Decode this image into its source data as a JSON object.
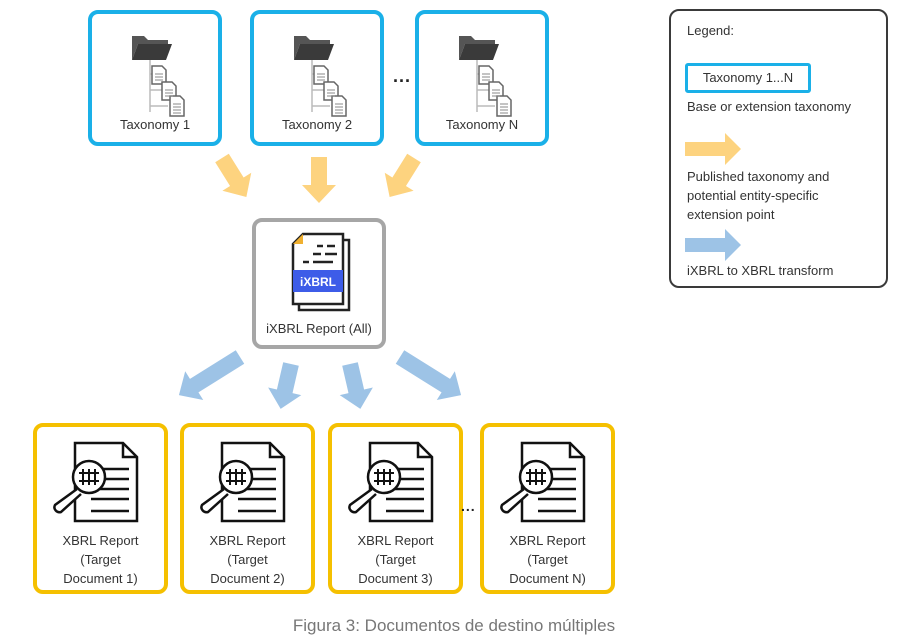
{
  "diagram": {
    "colors": {
      "taxonomy_border": "#1ab0e8",
      "report_border": "#a6a6a6",
      "target_border": "#f5c000",
      "published_arrow": "#fdd37f",
      "transform_arrow": "#9dc3e6",
      "ixbrl_band": "#3d5ce8"
    },
    "taxonomies": [
      {
        "label": "Taxonomy 1",
        "icon": "folder-tree-icon"
      },
      {
        "label": "Taxonomy 2",
        "icon": "folder-tree-icon"
      },
      {
        "label": "Taxonomy N",
        "icon": "folder-tree-icon"
      }
    ],
    "taxonomy_ellipsis": "...",
    "report": {
      "label": "iXBRL Report (All)",
      "badge": "iXBRL",
      "icon": "ixbrl-document-icon"
    },
    "targets": [
      {
        "line1": "XBRL Report",
        "line2": "(Target",
        "line3": "Document 1)",
        "icon": "document-magnifier-icon"
      },
      {
        "line1": "XBRL Report",
        "line2": "(Target",
        "line3": "Document 2)",
        "icon": "document-magnifier-icon"
      },
      {
        "line1": "XBRL Report",
        "line2": "(Target",
        "line3": "Document 3)",
        "icon": "document-magnifier-icon"
      },
      {
        "line1": "XBRL Report",
        "line2": "(Target",
        "line3": "Document N)",
        "icon": "document-magnifier-icon"
      }
    ],
    "target_ellipsis": "...",
    "edges": [
      {
        "from": "Taxonomy 1",
        "to": "iXBRL Report (All)",
        "type": "published"
      },
      {
        "from": "Taxonomy 2",
        "to": "iXBRL Report (All)",
        "type": "published"
      },
      {
        "from": "Taxonomy N",
        "to": "iXBRL Report (All)",
        "type": "published"
      },
      {
        "from": "iXBRL Report (All)",
        "to": "Target Document 1",
        "type": "transform"
      },
      {
        "from": "iXBRL Report (All)",
        "to": "Target Document 2",
        "type": "transform"
      },
      {
        "from": "iXBRL Report (All)",
        "to": "Target Document 3",
        "type": "transform"
      },
      {
        "from": "iXBRL Report (All)",
        "to": "Target Document N",
        "type": "transform"
      }
    ]
  },
  "legend": {
    "title": "Legend:",
    "taxonomy_sample": "Taxonomy 1...N",
    "taxonomy_desc": "Base or extension taxonomy",
    "published_desc_1": "Published taxonomy and",
    "published_desc_2": "potential entity-specific",
    "published_desc_3": "extension point",
    "transform_desc": "iXBRL to XBRL transform"
  },
  "caption": "Figura 3: Documentos de destino múltiples"
}
